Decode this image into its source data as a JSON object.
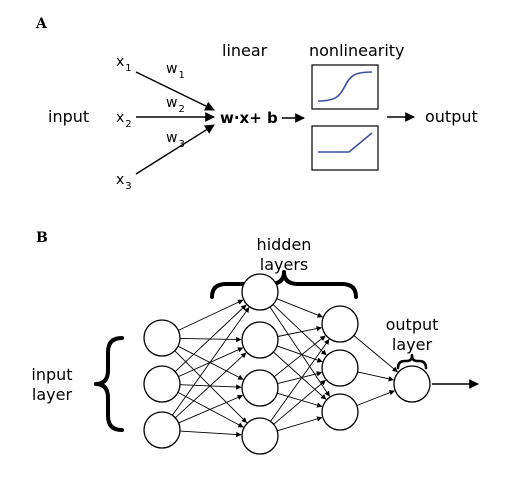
{
  "panel_a": {
    "label": "A",
    "input_label": "input",
    "output_label": "output",
    "linear_label": "linear",
    "nonlinearity_label": "nonlinearity",
    "inputs": [
      {
        "var": "x",
        "sub": "1",
        "weight": "w",
        "weight_sub": "1"
      },
      {
        "var": "x",
        "sub": "2",
        "weight": "w",
        "weight_sub": "2"
      },
      {
        "var": "x",
        "sub": "3",
        "weight": "w",
        "weight_sub": "3"
      }
    ],
    "expression": "w·x+ b"
  },
  "panel_b": {
    "label": "B",
    "hidden_label_1": "hidden",
    "hidden_label_2": "layers",
    "output_layer_label_1": "output",
    "output_layer_label_2": "layer",
    "input_layer_label_1": "input",
    "input_layer_label_2": "layer",
    "layers": [
      3,
      4,
      3,
      1
    ]
  }
}
